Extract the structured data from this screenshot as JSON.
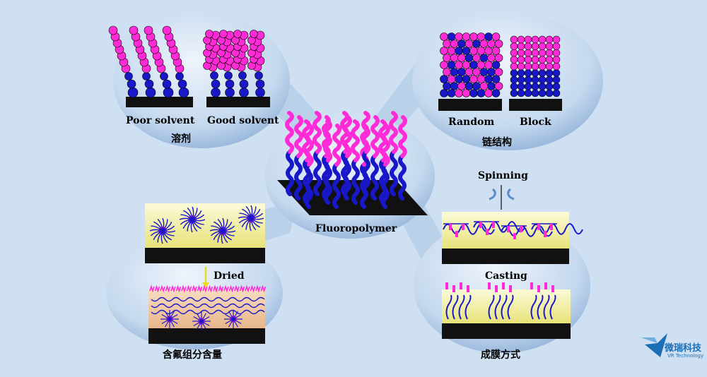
{
  "background": "#cfe0f2",
  "colors": {
    "fluoro_segment": "#ff2bd6",
    "backbone_segment": "#1818c8",
    "substrate": "#111111",
    "bubble_light": "#e8f0fa",
    "bubble_dark": "#9fbde0",
    "film_yellow": "#f6f3b0",
    "film_peach": "#f2c9a4"
  },
  "center": {
    "label": "Fluoropolymer"
  },
  "solvent": {
    "poor_label": "Poor solvent",
    "good_label": "Good solvent",
    "caption": "溶剂"
  },
  "chain": {
    "random_label": "Random",
    "block_label": "Block",
    "caption": "链结构"
  },
  "fluorine": {
    "arrow_label": "Dried",
    "caption": "含氟组分含量"
  },
  "film": {
    "spinning_label": "Spinning",
    "casting_label": "Casting",
    "caption": "成膜方式"
  },
  "logo": {
    "icon": "vr-logo-icon",
    "name": "微瑞科技",
    "sub": "VR Technology"
  }
}
